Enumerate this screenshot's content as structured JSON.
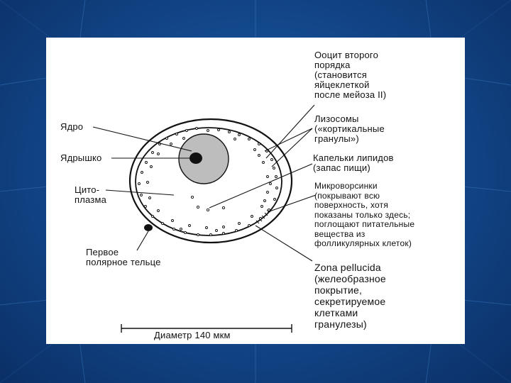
{
  "labels": {
    "oocyte": "Ооцит второго\nпорядка\n(становится\nяйцеклеткой\nпосле мейоза II)",
    "lysosomes": "Лизосомы\n(«кортикальные\nгранулы»)",
    "lipids": "Капельки липидов\n(запас пищи)",
    "microvilli": "Микроворсинки\n(покрывают всю\nповерхность, хотя\nпоказаны только здесь;\nпоглощают питательные\nвещества из\nфолликулярных клеток)",
    "zona": "Zona pellucida\n(желеобразное\nпокрытие,\nсекретируемое\nклетками\nгранулезы)",
    "nucleus": "Ядро",
    "nucleolus": "Ядрышко",
    "cytoplasm": "Цито-\nплазма",
    "polar_body": "Первое\nполярное тельце",
    "diameter": "Диаметр 140 мкм"
  }
}
